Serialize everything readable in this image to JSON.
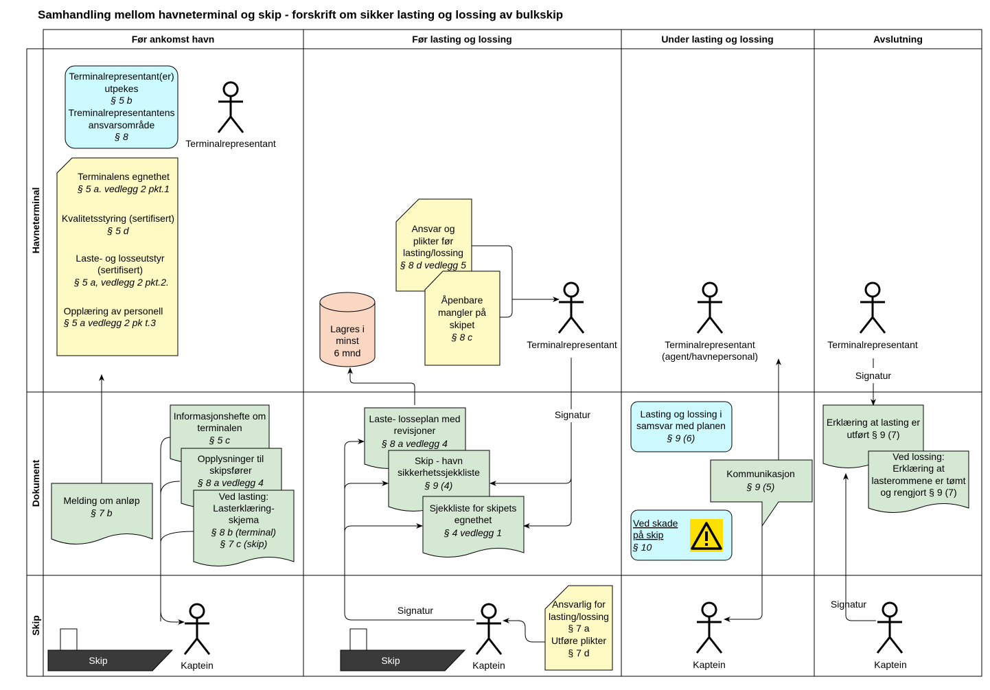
{
  "title": "Samhandling mellom havneterminal og skip - forskrift om sikker lasting og lossing av bulkskip",
  "columns": [
    "Før ankomst havn",
    "Før lasting og lossing",
    "Under lasting og lossing",
    "Avslutning"
  ],
  "lanes": [
    "Havneterminal",
    "Dokument",
    "Skip"
  ],
  "actors": {
    "terminal1": "Terminalrepresentant",
    "terminal2": "Terminalrepresentant",
    "terminal3_l1": "Terminalrepresentant",
    "terminal3_l2": "(agent/havnepersonal)",
    "terminal4": "Terminalrepresentant",
    "kaptein1": "Kaptein",
    "kaptein2": "Kaptein",
    "kaptein3": "Kaptein",
    "kaptein4": "Kaptein"
  },
  "ships": [
    "Skip",
    "Skip"
  ],
  "signatur": [
    "Signatur",
    "Signatur",
    "Signatur",
    "Signatur"
  ],
  "boxes": {
    "terminal_rep": [
      "Terminalrepresentant(er)",
      "utpekes",
      "§ 5 b",
      "Treminalrepresentantens",
      "ansvarsområde",
      "§ 8"
    ],
    "terminal_req": [
      "Terminalens egnethet",
      "§ 5 a. vedlegg 2 pkt.1",
      "Kvalitetsstyring (sertifisert)",
      "§ 5 d",
      "Laste- og losseutstyr",
      "(sertifisert)",
      "§ 5 a, vedlegg 2 pkt.2.",
      "Opplæring av personell",
      "§ 5 a vedlegg 2 pk t.3"
    ],
    "ansvar": [
      "Ansvar og",
      "plikter før",
      "lasting/lossing",
      "§ 8 d vedlegg 5"
    ],
    "apenbare": [
      "Åpenbare",
      "mangler på",
      "skipet",
      "§ 8 c"
    ],
    "lagres": [
      "Lagres i",
      "minst",
      "6 mnd"
    ],
    "melding": [
      "Melding om anløp",
      "§ 7 b"
    ],
    "info": [
      "Informasjonshefte om",
      "terminalen",
      "§ 5 c"
    ],
    "opplysninger": [
      "Opplysninger til",
      "skipsfører",
      "§ 8 a vedlegg 4"
    ],
    "lasterklaring": [
      "Ved lasting:",
      "Lasterklæring-",
      "skjema",
      "§ 8 b (terminal)",
      "§ 7 c (skip)"
    ],
    "losseplan": [
      "Laste- losseplan med",
      "revisjoner",
      "§ 8 a vedlegg 4"
    ],
    "sikkerhet": [
      "Skip - havn",
      "sikkerhetssjekkliste",
      "§ 9 (4)"
    ],
    "sjekkliste": [
      "Sjekkliste for skipets",
      "egnethet",
      "§ 4 vedlegg 1"
    ],
    "samsvar": [
      "Lasting og lossing i",
      "samsvar med planen",
      "§ 9 (6)"
    ],
    "skade": [
      "Ved skade",
      "på skip",
      "§ 10"
    ],
    "kommunikasjon": [
      "Kommunikasjon",
      "§ 9 (5)"
    ],
    "erklaring": [
      "Erklæring at lasting er",
      "utført  § 9 (7)"
    ],
    "lossing": [
      "Ved lossing:",
      "Erklæring at",
      "lasterommene er tømt",
      "og rengjort § 9 (7)"
    ],
    "ansvarlig": [
      "Ansvarlig for",
      "lasting/lossing",
      "§ 7 a",
      "Utføre plikter",
      "§ 7 d"
    ]
  },
  "colors": {
    "green": "#d5e8d4",
    "yellow": "#fff9c4",
    "cyan": "#ccfaff",
    "peach": "#fad7c3",
    "ship": "#3a3a3a",
    "warning": "#ffe000"
  }
}
